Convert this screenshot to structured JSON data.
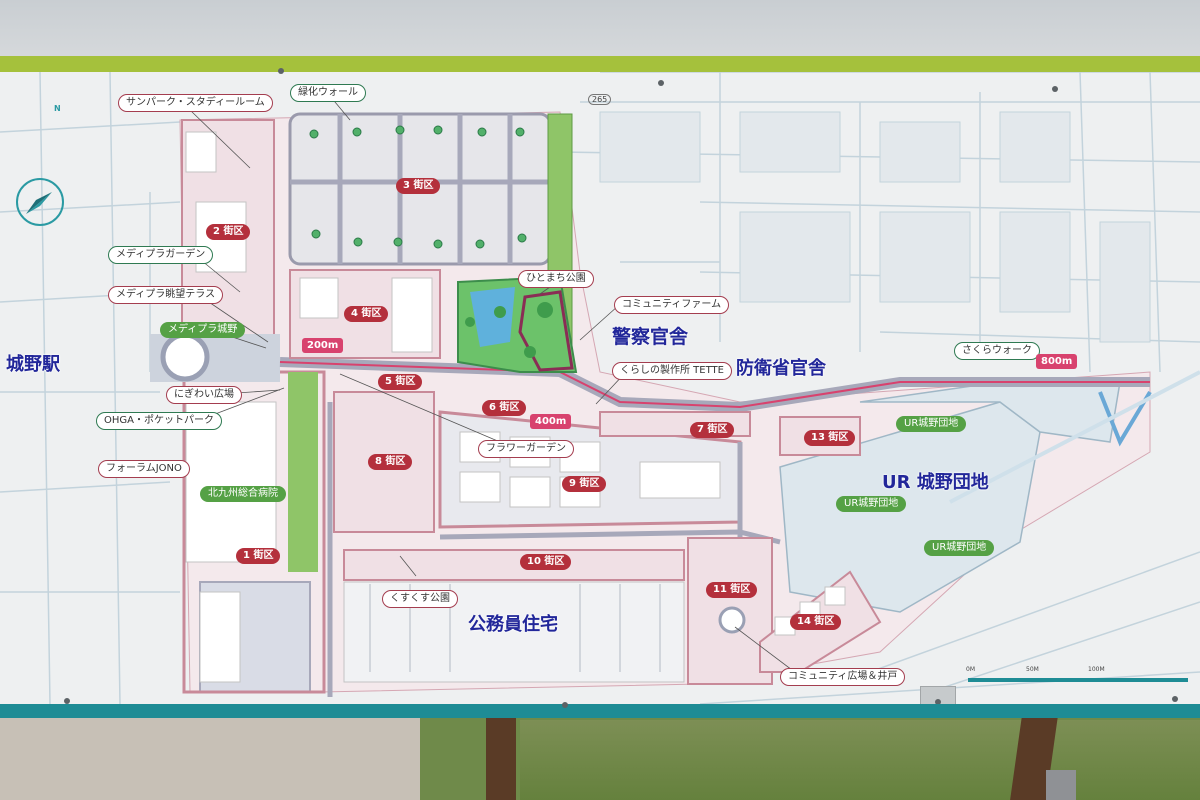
{
  "compass": {
    "north_letter": "N"
  },
  "road_number": "265",
  "stations": {
    "joyo_station": "城野駅"
  },
  "big_labels": {
    "keisatsu": "警察官舎",
    "boei": "防衛省官舎",
    "ur_danchi": "UR 城野団地",
    "komuin": "公務員住宅"
  },
  "facility_labels": {
    "sunpark": "サンパーク・スタディールーム",
    "ryokka": "緑化ウォール",
    "mediapla_garden": "メディプラガーデン",
    "mediapla_terrace": "メディプラ眺望テラス",
    "mediapla_joyo": "メディプラ城野",
    "nigiwai": "にぎわい広場",
    "ohga": "OHGA・ポケットパーク",
    "forum": "フォーラムJONO",
    "hospital": "北九州総合病院",
    "hitomachi": "ひとまち公園",
    "community_farm": "コミュニティファーム",
    "tette": "くらしの製作所 TETTE",
    "flower": "フラワーガーデン",
    "kusukusu": "くすくす公園",
    "sakura": "さくらウォーク",
    "community_plaza": "コミュニティ広場＆井戸",
    "ur1": "UR城野団地",
    "ur2": "UR城野団地",
    "ur3": "UR城野団地"
  },
  "distances": {
    "d200": "200m",
    "d400": "400m",
    "d800": "800m"
  },
  "blocks": {
    "b1": "1 街区",
    "b2": "2 街区",
    "b3": "3 街区",
    "b4": "4 街区",
    "b5": "5 街区",
    "b6": "6 街区",
    "b7": "7 街区",
    "b8": "8 街区",
    "b9": "9 街区",
    "b10": "10 街区",
    "b11": "11 街区",
    "b13": "13 街区",
    "b14": "14 街区"
  },
  "scale": {
    "s0": "0M",
    "s50": "50M",
    "s100": "100M"
  },
  "colors": {
    "board_top": "#a5c13c",
    "board_bottom": "#1e8c95",
    "block_label": "#b4303c",
    "distance_marker": "#d8426e",
    "big_label": "#22279a",
    "green_area": "#55a145"
  }
}
